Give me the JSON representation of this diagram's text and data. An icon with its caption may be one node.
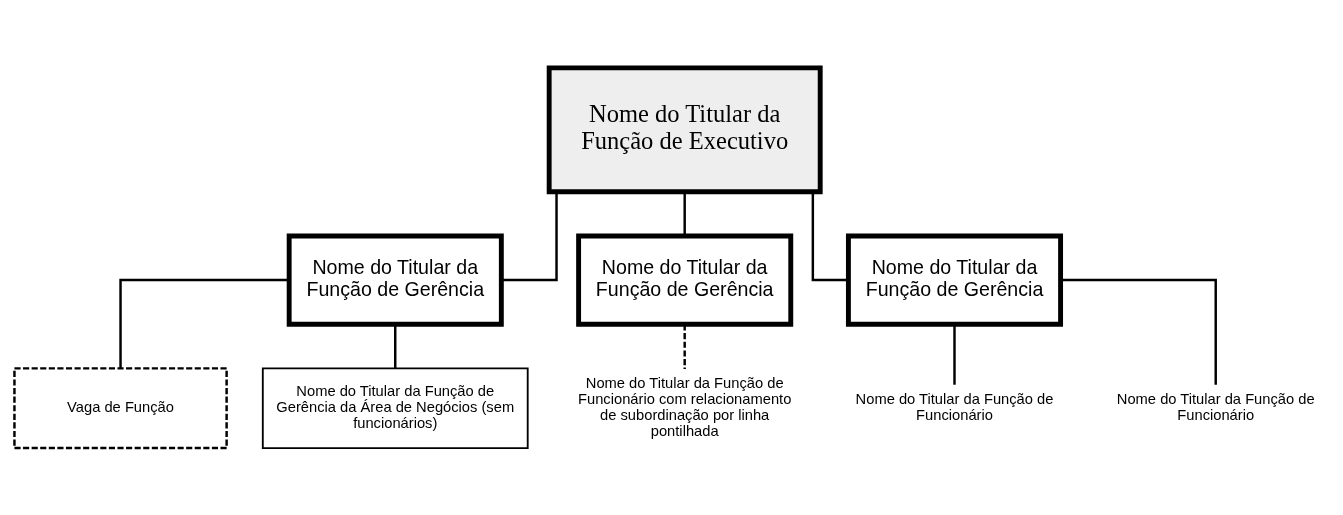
{
  "diagram": {
    "nodes": [
      {
        "text": [
          "Nome do Titular da Função de Executivo"
        ]
      },
      {
        "text": [
          "Nome do Titular da Função de Gerência"
        ]
      },
      {
        "text": [
          "Nome do Titular da Função de Gerência"
        ]
      },
      {
        "text": [
          "Nome do Titular da Função de Gerência"
        ]
      },
      {
        "text": [
          "Vaga de Função"
        ]
      },
      {
        "text": [
          "Nome do Titular da Função de Gerência da Área de Negócios (sem funcionários)"
        ]
      },
      {
        "text": [
          "Nome do Titular da Função de Funcionário com relacionamento de subordinação por linha pontilhada"
        ]
      },
      {
        "text": [
          "Nome do Titular da Função de Funcionário"
        ]
      },
      {
        "text": [
          "Nome do Titular da Função de Funcionário"
        ]
      }
    ],
    "edges": [
      {
        "from": 0,
        "to": 1,
        "arrow": "none"
      },
      {
        "from": 0,
        "to": 2,
        "arrow": "none"
      },
      {
        "from": 0,
        "to": 3,
        "arrow": "none"
      },
      {
        "from": 1,
        "to": 4,
        "arrow": "none"
      },
      {
        "from": 1,
        "to": 5,
        "arrow": "none"
      },
      {
        "from": 2,
        "to": 6,
        "arrow": "none",
        "style": "dashed"
      },
      {
        "from": 3,
        "to": 7,
        "arrow": "none"
      },
      {
        "from": 3,
        "to": 8,
        "arrow": "none"
      }
    ]
  }
}
